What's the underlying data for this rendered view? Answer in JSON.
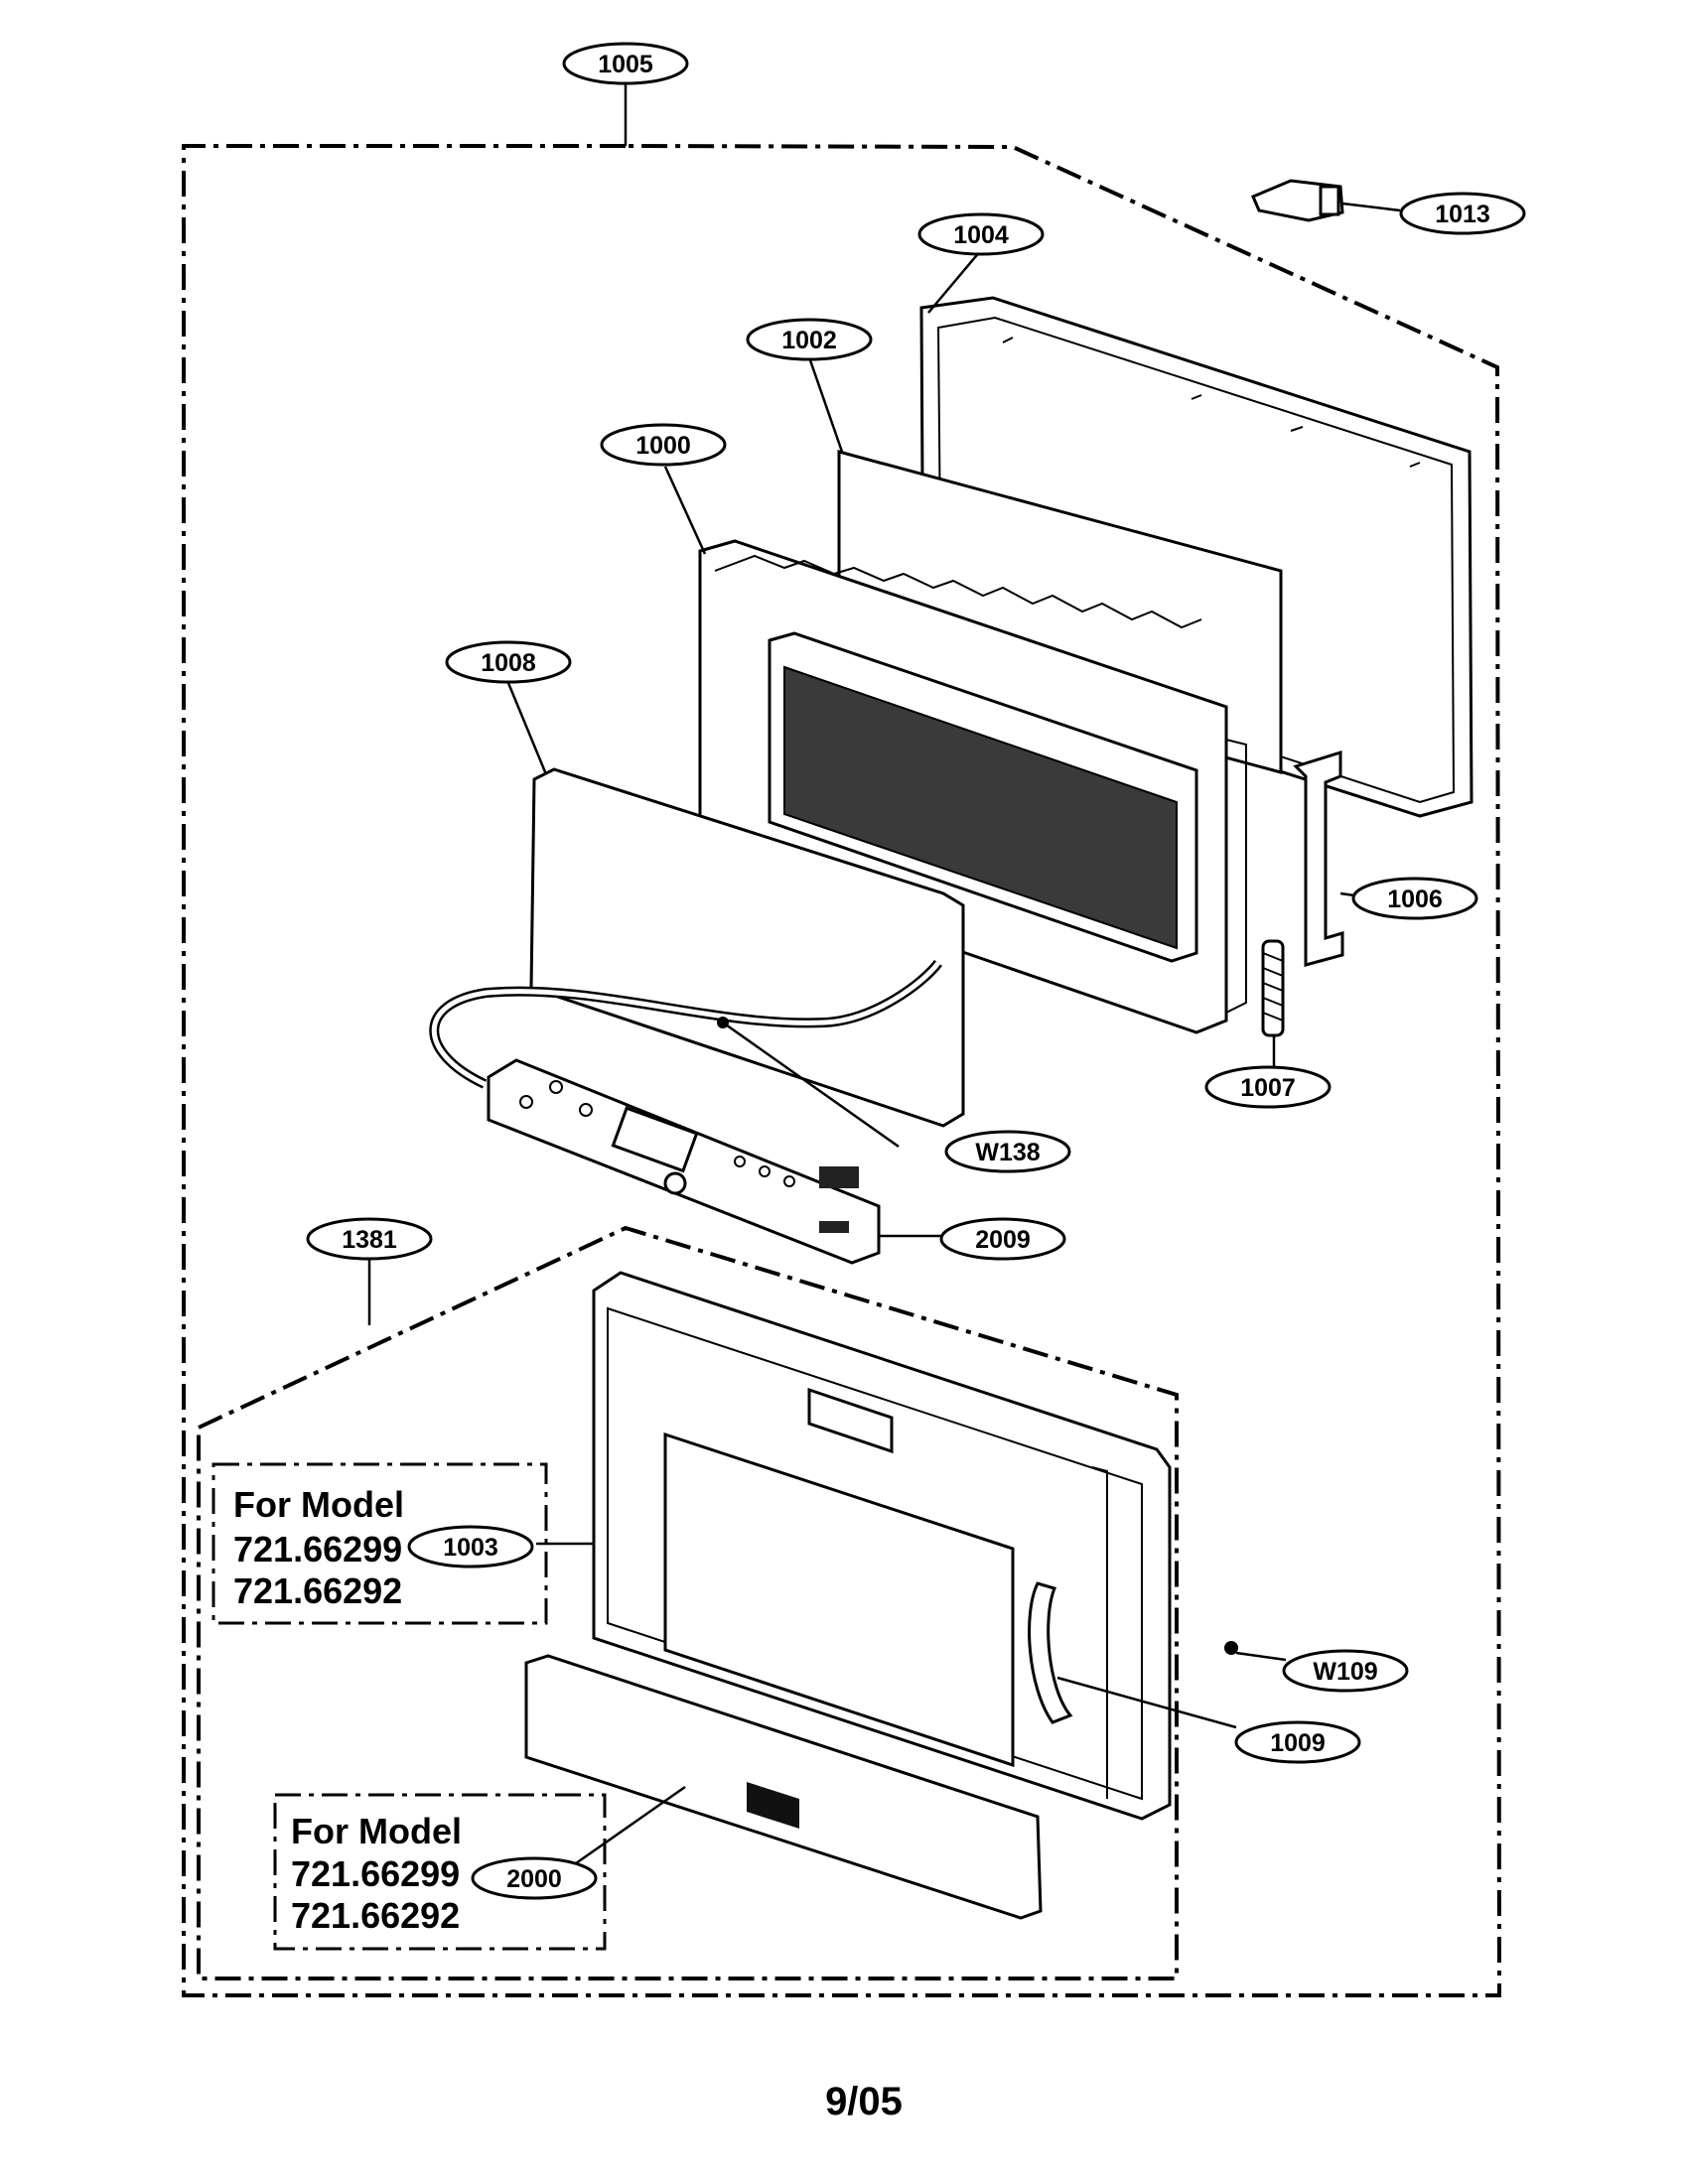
{
  "callouts": {
    "c1005": "1005",
    "c1013": "1013",
    "c1004": "1004",
    "c1002": "1002",
    "c1000": "1000",
    "c1008": "1008",
    "c1006": "1006",
    "c1007": "1007",
    "cW138": "W138",
    "c2009": "2009",
    "c1381": "1381",
    "c1003": "1003",
    "cW109": "W109",
    "c1009": "1009",
    "c2000": "2000"
  },
  "model_notes": [
    {
      "heading": "For Model",
      "lines": [
        "721.66299",
        "721.66292"
      ]
    },
    {
      "heading": "For Model",
      "lines": [
        "721.66299",
        "721.66292"
      ]
    }
  ],
  "footer": {
    "date_code": "9/05"
  }
}
